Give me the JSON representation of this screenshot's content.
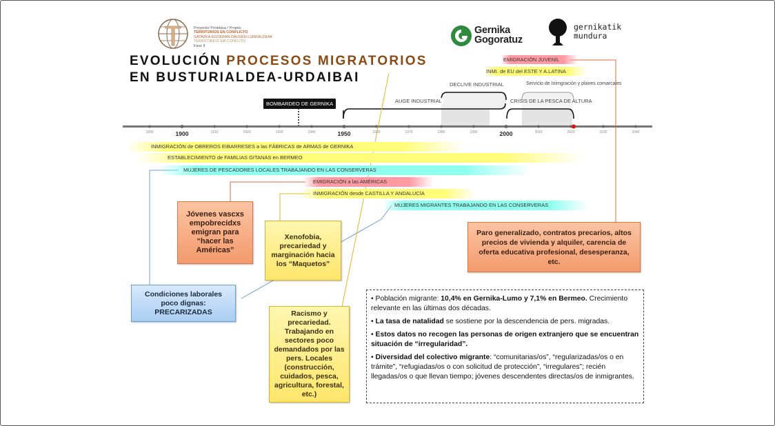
{
  "header": {
    "project_lines": [
      "Proyecto/ Proiektua / Projeto",
      "TERRITORIOS EN CONFLICTO",
      "GATAZKA EGOERAN DAUDEN LURRALDEAK",
      "TERRITÓRIOS EM CONFLITO",
      "Fase II"
    ],
    "title_line1_a": "EVOLUCIÓN ",
    "title_line1_b": "PROCESOS MIGRATORIOS",
    "title_line2": "EN BUSTURIALDEA-URDAIBAI",
    "logo1_line1": "Gernika",
    "logo1_line2": "Gogoratuz",
    "logo2_line1": "gernikatik",
    "logo2_line2": "mundura"
  },
  "timeline": {
    "ticks": [
      {
        "year": "1890",
        "major": false
      },
      {
        "year": "1900",
        "major": true
      },
      {
        "year": "1910",
        "major": false
      },
      {
        "year": "1920",
        "major": false
      },
      {
        "year": "1930",
        "major": false
      },
      {
        "year": "1940",
        "major": false
      },
      {
        "year": "1950",
        "major": true
      },
      {
        "year": "1960",
        "major": false
      },
      {
        "year": "1970",
        "major": false
      },
      {
        "year": "1980",
        "major": false
      },
      {
        "year": "1990",
        "major": false
      },
      {
        "year": "2000",
        "major": true
      },
      {
        "year": "2010",
        "major": false
      },
      {
        "year": "2020",
        "major": false
      },
      {
        "year": "2030",
        "major": false
      },
      {
        "year": "2040",
        "major": false
      }
    ],
    "events": {
      "bombardeo": "BOMBARDEO DE GERNIKA",
      "auge": "AUGE INDUSTRIAL",
      "declive": "DECLIVE INDUSTRIAL",
      "crisis_pesca": "CRISIS DE LA PESCA DE ALTURA",
      "servicio": "Servicio de Inimgración y planes comarcales",
      "emigracion_juvenil": "EMIGRACIÓN JUVENIL",
      "inmi_eu": "INMI. de EU del ESTE Y A.LATINA"
    }
  },
  "bars": [
    {
      "label": "INMIGRACIÓN de OBREROS EIBARRESES a las FÁBRICAS de ARMAS de GERNIKA",
      "color": "yellow"
    },
    {
      "label": "ESTABLECIMIENTO de FAMILIAS GITANAS en BERMEO",
      "color": "yellow"
    },
    {
      "label": "MUJERES DE PESCADORES LOCALES TRABAJANDO EN LAS CONSERVERAS",
      "color": "cyan"
    },
    {
      "label": "EMIGRACIÓN a las AMÉRICAS",
      "color": "red"
    },
    {
      "label": "INMIGRACIÓN desde CASTILLA Y ANDALUCÍA",
      "color": "yellow"
    },
    {
      "label": "MUJERES MIGRANTES TRABAJANDO EN LAS CONSERVERAS",
      "color": "cyan"
    }
  ],
  "callouts": {
    "jovenes": "Jóvenes vascxs empobrecidxs emigran para “hacer las Américas”",
    "xenofobia": "Xenofobia, precariedad y marginación hacia los “Maquetos”",
    "condiciones": "Condiciones laborales poco dignas: PRECARIZADAS",
    "racismo": "Racismo y precariedad. Trabajando en sectores poco demandados por las pers. Locales (construcción, cuidados, pesca, agricultura, forestal, etc.)",
    "paro": "Paro generalizado, contratos precarios, altos precios de vivienda y alquiler, carencia de oferta educativa profesional, desesperanza, etc."
  },
  "info": {
    "p1_a": "Población migrante: ",
    "p1_b": "10,4% en Gernika-Lumo y 7,1% en Bermeo.",
    "p1_c": " Crecimiento relevante en las últimas dos décadas.",
    "p2_a": "La tasa de natalidad",
    "p2_b": " se sostiene por la descendencia de pers. migradas.",
    "p3": "Estos datos no recogen las personas de origen extranjero que se encuentran situación de “irregularidad”.",
    "p4_a": "Diversidad del colectivo migrante",
    "p4_b": ": “comunitarias/os”, “regularizadas/os o en trámite”, “refugiadas/os o con solicitud de protección”, “irregulares”; recién llegadas/os o  que llevan tiempo; jóvenes descendentes directas/os de inmigrantes."
  },
  "colors": {
    "title_accent": "#8a4a14",
    "bar_yellow": "#fffc7a",
    "bar_cyan": "#8ffff0",
    "bar_red": "#ff9aa3",
    "box_orange": "#f39a6c",
    "box_yellow": "#ffe66b",
    "box_blue": "#a9cdf2"
  }
}
